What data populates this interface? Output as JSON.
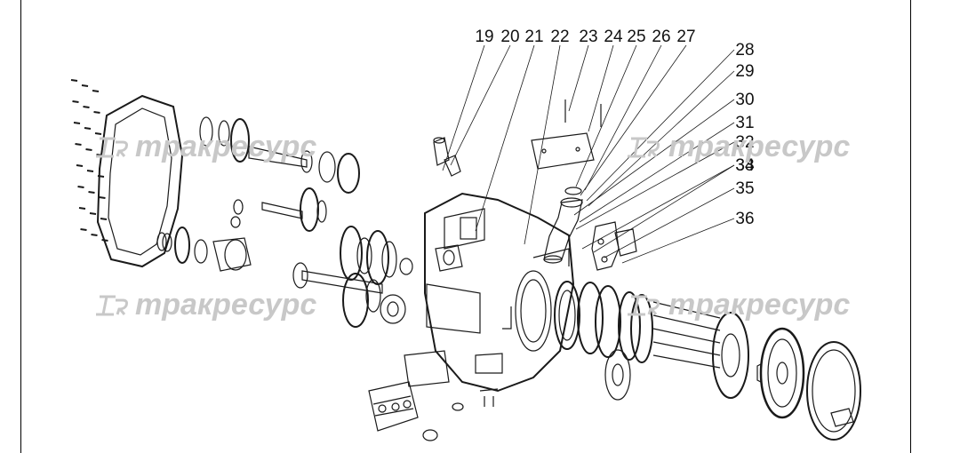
{
  "callouts": [
    "19",
    "20",
    "21",
    "22",
    "23",
    "24",
    "25",
    "26",
    "27",
    "28",
    "29",
    "30",
    "31",
    "32",
    "33",
    "34",
    "35",
    "36"
  ],
  "watermark": {
    "logo_letters": "TR",
    "text": "тракресурс",
    "color": "#c8c8c8"
  },
  "colors": {
    "line": "#1a1a1a",
    "background": "#ffffff"
  }
}
